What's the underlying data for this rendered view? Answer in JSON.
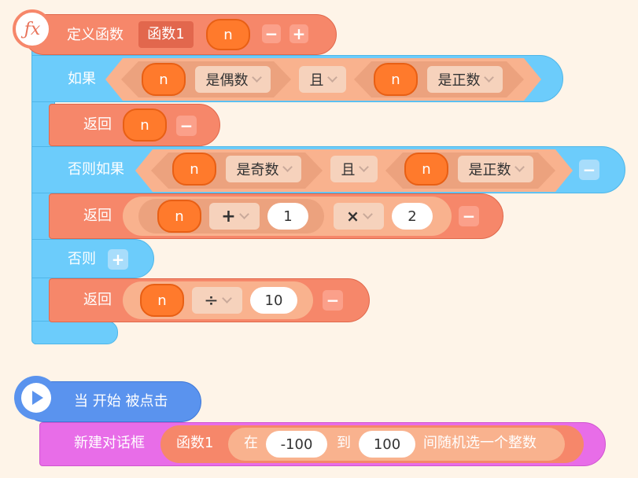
{
  "func_define": {
    "label": "定义函数",
    "name": "函数1",
    "param": "n",
    "minus": "−",
    "plus": "+"
  },
  "if_block": {
    "label": "如果",
    "left_var": "n",
    "left_pred": "是偶数",
    "op": "且",
    "right_var": "n",
    "right_pred": "是正数"
  },
  "return1": {
    "label": "返回",
    "var": "n",
    "minus": "−"
  },
  "elseif_block": {
    "label": "否则如果",
    "left_var": "n",
    "left_pred": "是奇数",
    "op": "且",
    "right_var": "n",
    "right_pred": "是正数",
    "minus": "−"
  },
  "return2": {
    "label": "返回",
    "var": "n",
    "op1": "+",
    "num1": "1",
    "op2": "×",
    "num2": "2",
    "minus": "−"
  },
  "else_block": {
    "label": "否则",
    "plus": "+"
  },
  "return3": {
    "label": "返回",
    "var": "n",
    "op": "÷",
    "num": "10",
    "minus": "−"
  },
  "event": {
    "label": "当 开始 被点击"
  },
  "dialog": {
    "label": "新建对话框",
    "func": "函数1",
    "in_label": "在",
    "from": "-100",
    "to_label": "到",
    "to": "100",
    "suffix": "间随机选一个整数"
  },
  "colors": {
    "blue": "#6CCCFB",
    "salmon": "#F6876A",
    "orange": "#FF7A2C",
    "purple": "#E86DE8",
    "event_blue": "#5A93EE"
  }
}
